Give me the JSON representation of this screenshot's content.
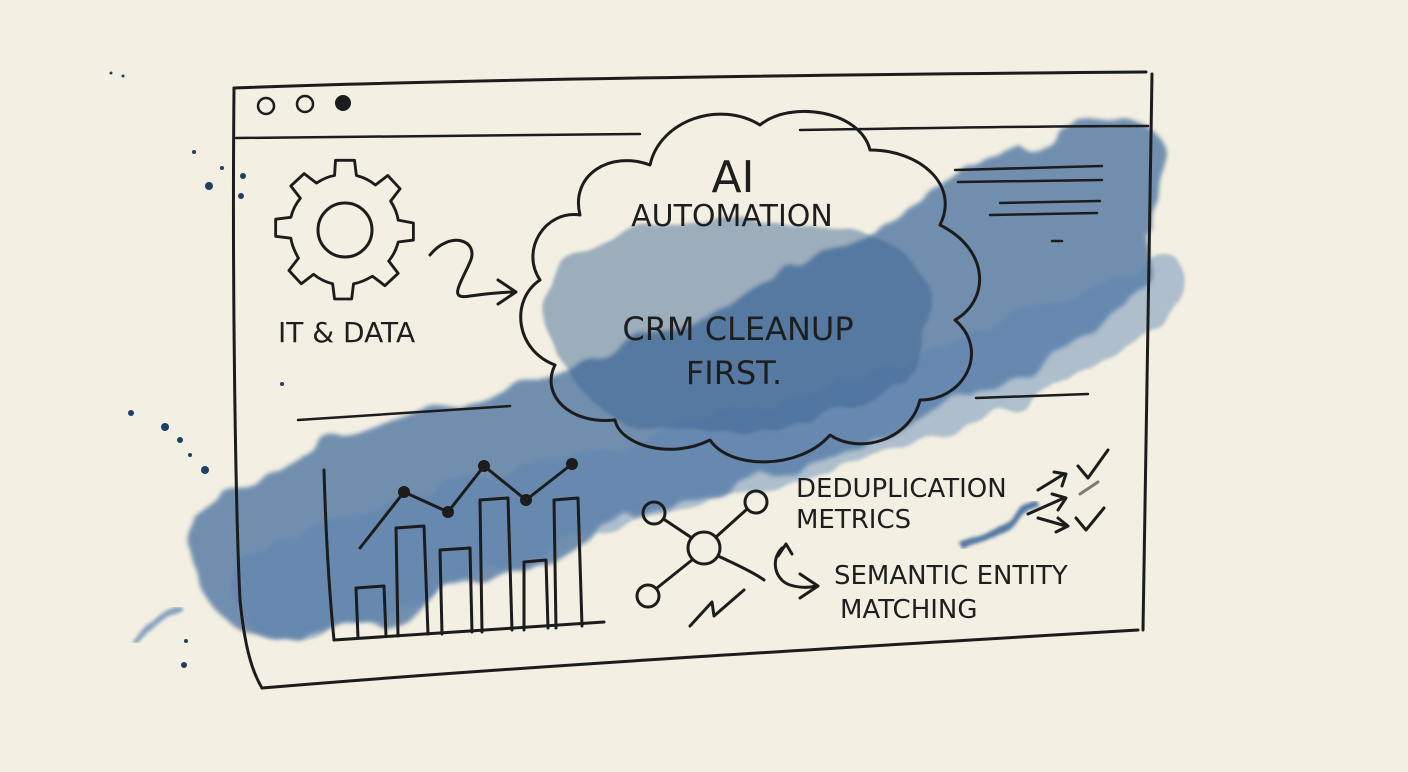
{
  "window": {
    "controls": [
      "window-control-1",
      "window-control-2",
      "window-control-3"
    ]
  },
  "cloud": {
    "title": "AI",
    "subtitle": "AUTOMATION",
    "body_line1": "CRM CLEANUP",
    "body_line2": "FIRST."
  },
  "labels": {
    "it_data": "IT & DATA",
    "dedup_line1": "DEDUPLICATION",
    "dedup_line2": "METRICS",
    "semantic_line1": "SEMANTIC ENTITY",
    "semantic_line2": "MATCHING"
  },
  "colors": {
    "paper": "#f3efe2",
    "ink": "#1c1c1c",
    "watercolor": "#3f6a9c"
  },
  "icons": [
    "gear-icon",
    "network-icon",
    "checkmark-icon",
    "bar-chart-icon"
  ]
}
